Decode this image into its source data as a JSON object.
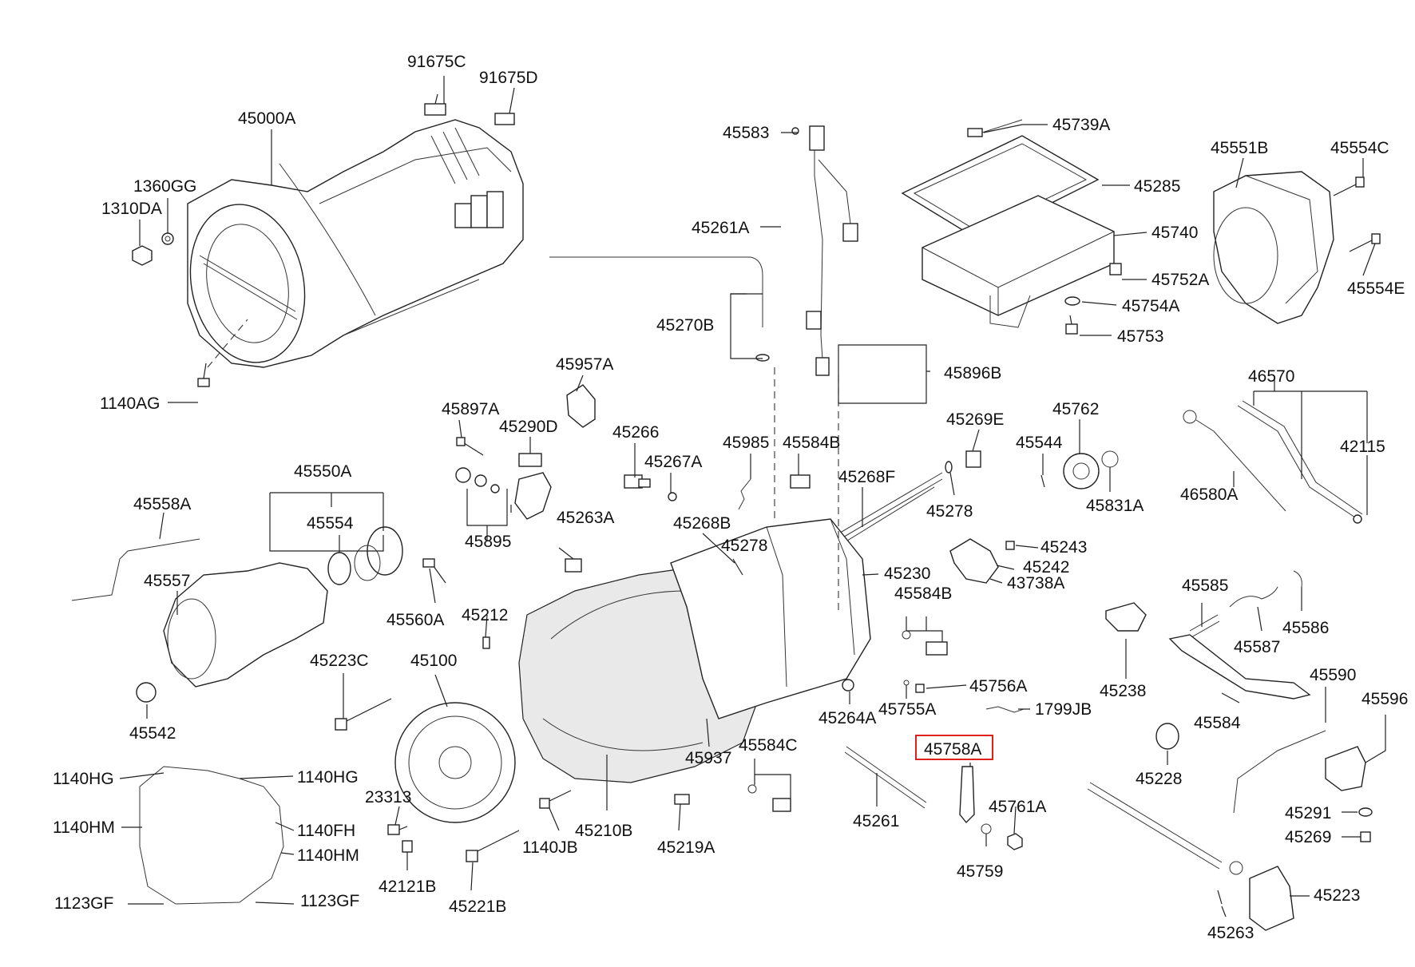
{
  "diagram": {
    "highlight_color": "#e0201c",
    "highlighted_part": "45758A",
    "labels": [
      {
        "id": "91675C",
        "text": "91675C"
      },
      {
        "id": "91675D",
        "text": "91675D"
      },
      {
        "id": "45000A",
        "text": "45000A"
      },
      {
        "id": "1360GG",
        "text": "1360GG"
      },
      {
        "id": "1310DA",
        "text": "1310DA"
      },
      {
        "id": "1140AG",
        "text": "1140AG"
      },
      {
        "id": "45583",
        "text": "45583"
      },
      {
        "id": "45739A",
        "text": "45739A"
      },
      {
        "id": "45285",
        "text": "45285"
      },
      {
        "id": "45740",
        "text": "45740"
      },
      {
        "id": "45752A",
        "text": "45752A"
      },
      {
        "id": "45754A",
        "text": "45754A"
      },
      {
        "id": "45753",
        "text": "45753"
      },
      {
        "id": "45551B",
        "text": "45551B"
      },
      {
        "id": "45554C",
        "text": "45554C"
      },
      {
        "id": "45554E",
        "text": "45554E"
      },
      {
        "id": "45261A",
        "text": "45261A"
      },
      {
        "id": "45270B",
        "text": "45270B"
      },
      {
        "id": "45896B",
        "text": "45896B"
      },
      {
        "id": "45957A",
        "text": "45957A"
      },
      {
        "id": "45897A",
        "text": "45897A"
      },
      {
        "id": "45290D",
        "text": "45290D"
      },
      {
        "id": "45266",
        "text": "45266"
      },
      {
        "id": "45267A",
        "text": "45267A"
      },
      {
        "id": "45985",
        "text": "45985"
      },
      {
        "id": "45584B_top",
        "text": "45584B"
      },
      {
        "id": "45269E",
        "text": "45269E"
      },
      {
        "id": "45544",
        "text": "45544"
      },
      {
        "id": "45762",
        "text": "45762"
      },
      {
        "id": "46570",
        "text": "46570"
      },
      {
        "id": "42115",
        "text": "42115"
      },
      {
        "id": "45268F",
        "text": "45268F"
      },
      {
        "id": "45278_right",
        "text": "45278"
      },
      {
        "id": "45831A",
        "text": "45831A"
      },
      {
        "id": "46580A",
        "text": "46580A"
      },
      {
        "id": "45550A",
        "text": "45550A"
      },
      {
        "id": "45558A",
        "text": "45558A"
      },
      {
        "id": "45554",
        "text": "45554"
      },
      {
        "id": "45895",
        "text": "45895"
      },
      {
        "id": "45263A",
        "text": "45263A"
      },
      {
        "id": "45268B",
        "text": "45268B"
      },
      {
        "id": "45278_mid",
        "text": "45278"
      },
      {
        "id": "45243",
        "text": "45243"
      },
      {
        "id": "45242",
        "text": "45242"
      },
      {
        "id": "43738A",
        "text": "43738A"
      },
      {
        "id": "45230",
        "text": "45230"
      },
      {
        "id": "45557",
        "text": "45557"
      },
      {
        "id": "45560A",
        "text": "45560A"
      },
      {
        "id": "45212",
        "text": "45212"
      },
      {
        "id": "45584B_mid",
        "text": "45584B"
      },
      {
        "id": "45585",
        "text": "45585"
      },
      {
        "id": "45586",
        "text": "45586"
      },
      {
        "id": "45587",
        "text": "45587"
      },
      {
        "id": "45238",
        "text": "45238"
      },
      {
        "id": "45223C",
        "text": "45223C"
      },
      {
        "id": "45100",
        "text": "45100"
      },
      {
        "id": "45756A",
        "text": "45756A"
      },
      {
        "id": "45755A",
        "text": "45755A"
      },
      {
        "id": "1799JB",
        "text": "1799JB"
      },
      {
        "id": "45264A",
        "text": "45264A"
      },
      {
        "id": "45590",
        "text": "45590"
      },
      {
        "id": "45596",
        "text": "45596"
      },
      {
        "id": "45584",
        "text": "45584"
      },
      {
        "id": "45542",
        "text": "45542"
      },
      {
        "id": "45937",
        "text": "45937"
      },
      {
        "id": "45584C",
        "text": "45584C"
      },
      {
        "id": "45758A",
        "text": "45758A"
      },
      {
        "id": "45228",
        "text": "45228"
      },
      {
        "id": "1140HG_left",
        "text": "1140HG"
      },
      {
        "id": "1140HG_right",
        "text": "1140HG"
      },
      {
        "id": "23313",
        "text": "23313"
      },
      {
        "id": "45210B",
        "text": "45210B"
      },
      {
        "id": "45261",
        "text": "45261"
      },
      {
        "id": "45761A",
        "text": "45761A"
      },
      {
        "id": "45291",
        "text": "45291"
      },
      {
        "id": "1140HM_left",
        "text": "1140HM"
      },
      {
        "id": "1140FH",
        "text": "1140FH"
      },
      {
        "id": "45269",
        "text": "45269"
      },
      {
        "id": "1140JB",
        "text": "1140JB"
      },
      {
        "id": "45219A",
        "text": "45219A"
      },
      {
        "id": "1140HM_right",
        "text": "1140HM"
      },
      {
        "id": "42121B",
        "text": "42121B"
      },
      {
        "id": "45759",
        "text": "45759"
      },
      {
        "id": "1123GF_left",
        "text": "1123GF"
      },
      {
        "id": "1123GF_right",
        "text": "1123GF"
      },
      {
        "id": "45223",
        "text": "45223"
      },
      {
        "id": "45221B",
        "text": "45221B"
      },
      {
        "id": "45263",
        "text": "45263"
      }
    ]
  }
}
